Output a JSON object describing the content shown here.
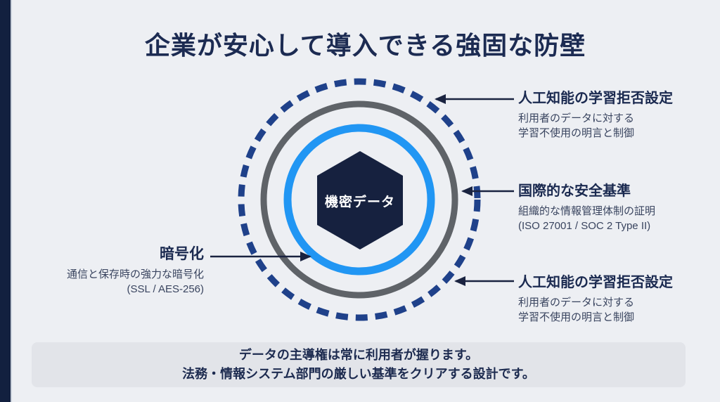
{
  "title": "企業が安心して導入できる強固な防壁",
  "center": {
    "label": "機密データ"
  },
  "rings": [
    {
      "name": "outer-dashed-ring",
      "style": "dashed",
      "color": "#1f418a",
      "meaning": "人工知能の学習拒否設定"
    },
    {
      "name": "middle-gray-ring",
      "style": "solid",
      "color": "#5f6368",
      "meaning": "国際的な安全基準"
    },
    {
      "name": "inner-blue-ring",
      "style": "solid",
      "color": "#2196f3",
      "meaning": "暗号化"
    }
  ],
  "annotations": {
    "top_right": {
      "heading": "人工知能の学習拒否設定",
      "line1": "利用者のデータに対する",
      "line2": "学習不使用の明言と制御"
    },
    "middle_right": {
      "heading": "国際的な安全基準",
      "line1": "組織的な情報管理体制の証明",
      "line2": "(ISO 27001 / SOC 2 Type II)"
    },
    "bottom_right": {
      "heading": "人工知能の学習拒否設定",
      "line1": "利用者のデータに対する",
      "line2": "学習不使用の明言と制御"
    },
    "left": {
      "heading": "暗号化",
      "line1": "通信と保存時の強力な暗号化",
      "line2": "(SSL / AES-256)"
    }
  },
  "footer": {
    "line1": "データの主導権は常に利用者が握ります。",
    "line2": "法務・情報システム部門の厳しい基準をクリアする設計です。"
  },
  "colors": {
    "background": "#edeff3",
    "left_strip": "#12203f",
    "title_navy": "#1c2b52",
    "hexagon_fill": "#16213f",
    "hexagon_text": "#ffffff",
    "ring_blue": "#2196f3",
    "ring_gray": "#5f6368",
    "ring_dashed_navy": "#1f418a",
    "arrow": "#1a2340",
    "subtext": "#39445f",
    "footer_bg": "#e2e4e9",
    "footer_text": "#1d2b50"
  }
}
